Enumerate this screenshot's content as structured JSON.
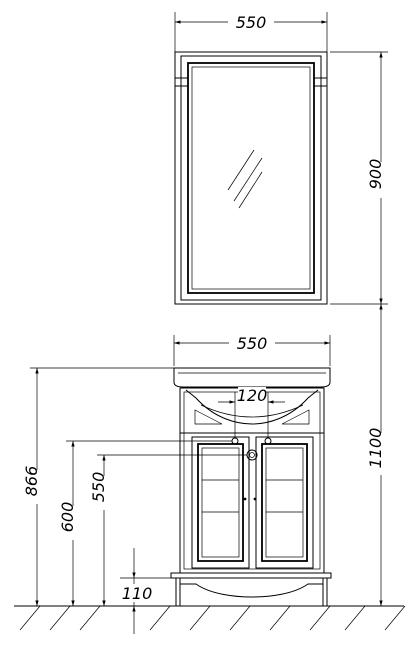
{
  "dimensions": {
    "mirror_width": "550",
    "mirror_height": "900",
    "vanity_width": "550",
    "total_height": "1100",
    "pipe_spacing": "120",
    "vanity_height": "866",
    "water_inlet_height": "600",
    "drain_height": "550",
    "base_height": "110"
  }
}
